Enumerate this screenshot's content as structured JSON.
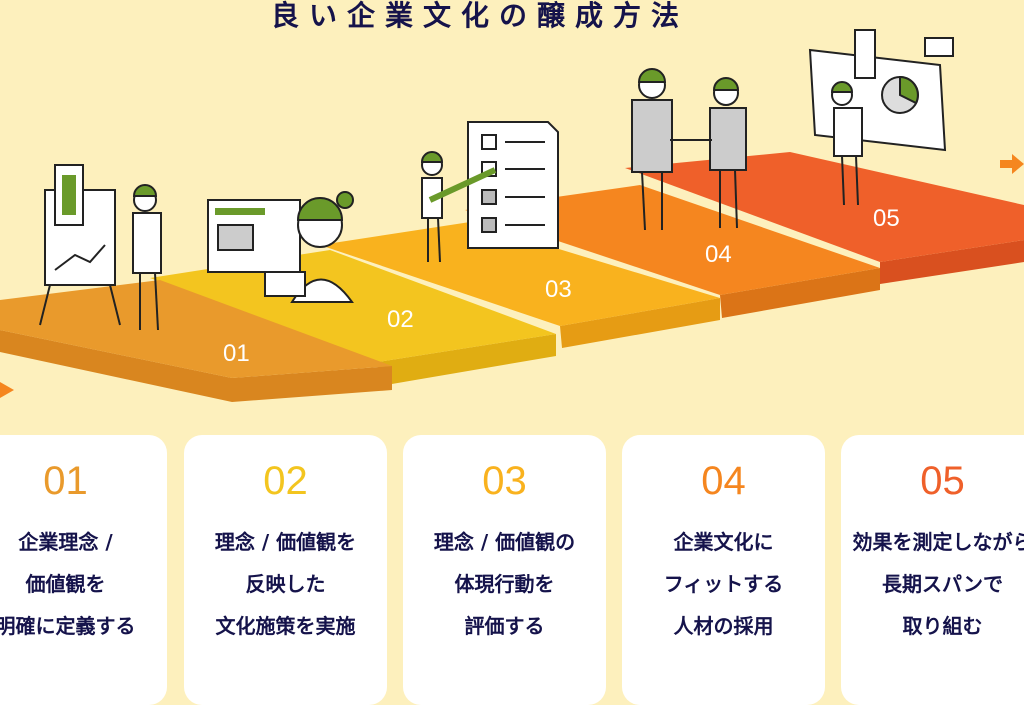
{
  "title": "良い企業文化の醸成方法",
  "colors": {
    "background": "#fdf0bd",
    "title": "#15134b",
    "step1": "#e99a2c",
    "step2": "#f3c51f",
    "step3": "#f9b21e",
    "step4": "#f5861f",
    "step5": "#ef602a"
  },
  "steps": [
    {
      "num": "01",
      "lines": [
        "企業理念 /",
        "価値観を",
        "明確に定義する"
      ],
      "color": "#e99a2c",
      "illustration": "presenter-with-chart-board-icon"
    },
    {
      "num": "02",
      "lines": [
        "理念 / 価値観を",
        "反映した",
        "文化施策を実施"
      ],
      "color": "#f3c51f",
      "illustration": "person-with-screen-icon"
    },
    {
      "num": "03",
      "lines": [
        "理念 / 価値観の",
        "体現行動を",
        "評価する"
      ],
      "color": "#f9b21e",
      "illustration": "person-with-checklist-icon"
    },
    {
      "num": "04",
      "lines": [
        "企業文化に",
        "フィットする",
        "人材の採用"
      ],
      "color": "#f5861f",
      "illustration": "handshake-icon"
    },
    {
      "num": "05",
      "lines": [
        "効果を測定しながら",
        "長期スパンで",
        "取り組む"
      ],
      "color": "#ef602a",
      "illustration": "person-analyzing-dashboard-icon"
    }
  ]
}
